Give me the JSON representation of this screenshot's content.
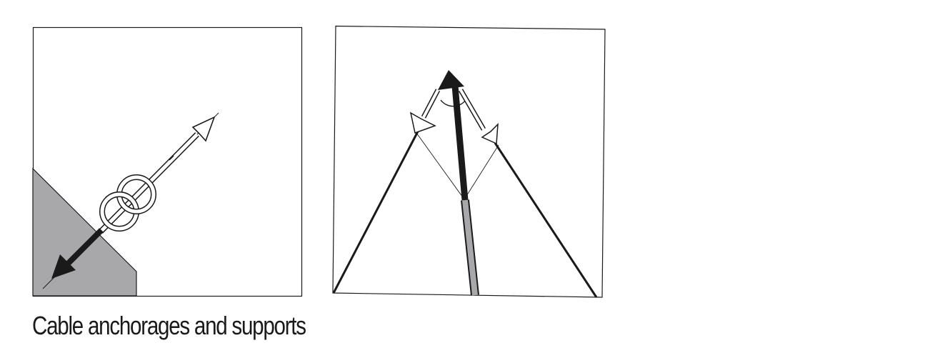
{
  "caption": "Cable anchorages and supports",
  "colors": {
    "stroke": "#1a1a1a",
    "fill_gray": "#a8a8aa",
    "background": "#ffffff"
  },
  "panels": [
    {
      "id": "cable-anchorage",
      "elements": [
        "gray-anchor-block",
        "two-interlocked-rings",
        "tension-arrow-outline",
        "anchor-force-arrow-solid"
      ]
    },
    {
      "id": "cable-support",
      "elements": [
        "support-mast",
        "mast-compression-arrow-solid",
        "left-cable",
        "right-cable",
        "left-force-arrow-outline",
        "right-force-arrow-outline",
        "angle-arc"
      ]
    }
  ]
}
